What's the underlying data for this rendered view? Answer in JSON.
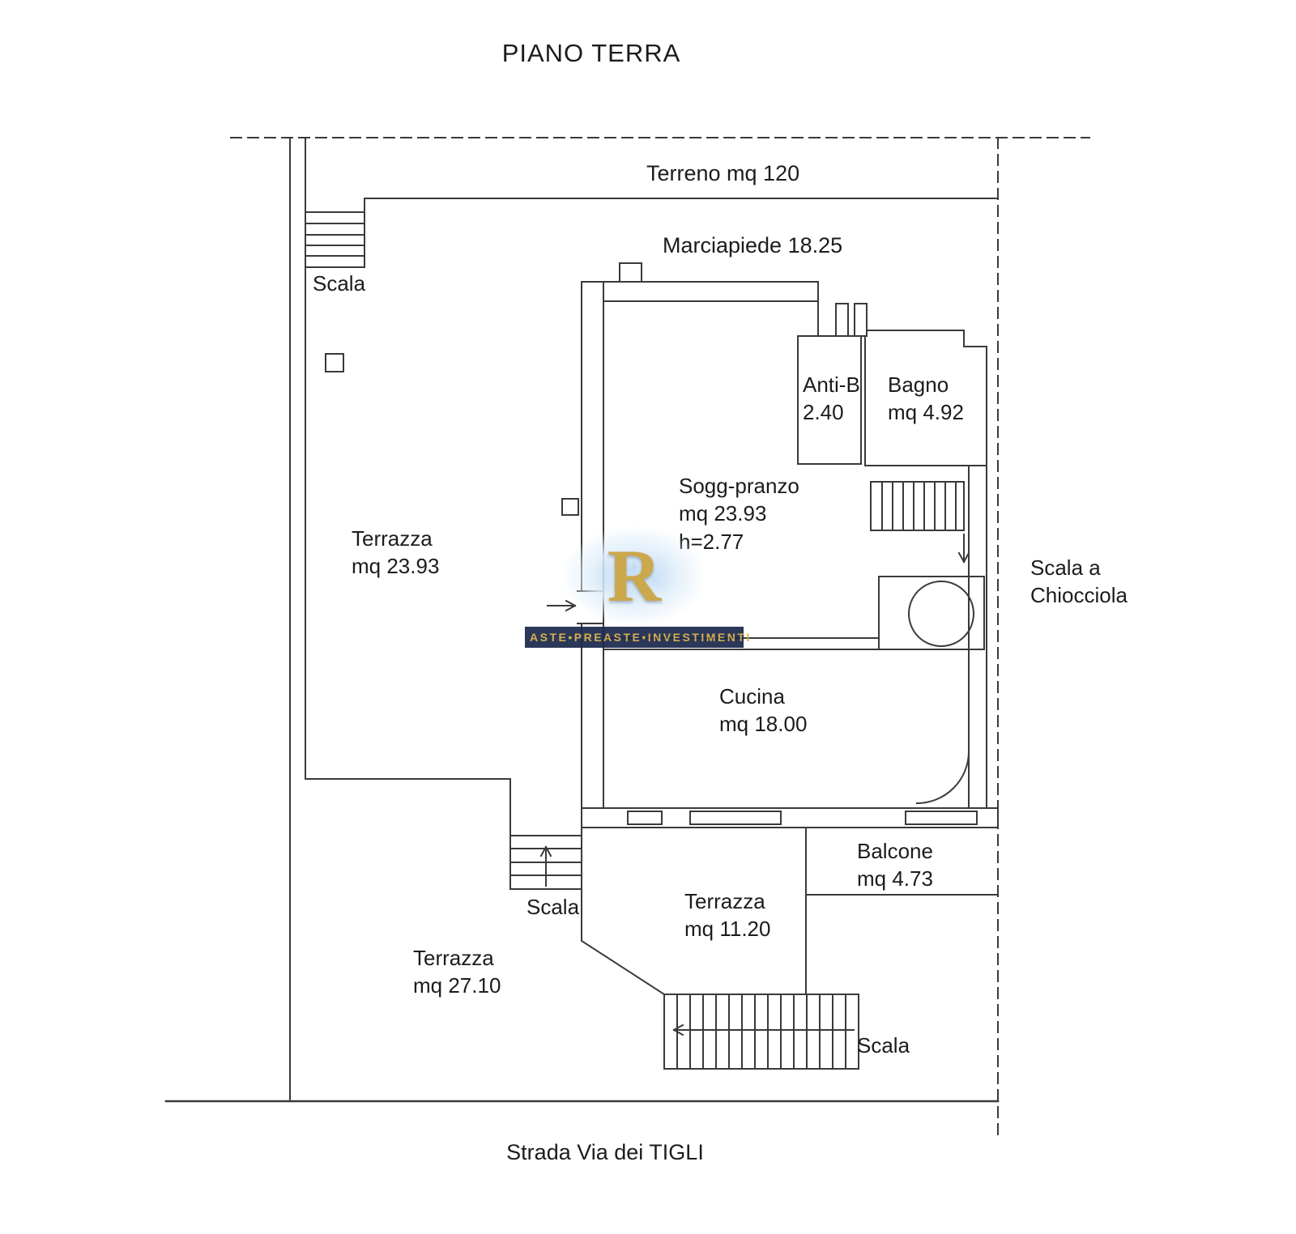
{
  "title": "PIANO TERRA",
  "site": {
    "terreno": "Terreno mq 120",
    "marciapiede": "Marciapiede 18.25",
    "strada": "Strada Via dei TIGLI"
  },
  "rooms": {
    "terrazza_left": {
      "lines": [
        "Terrazza",
        "mq 23.93"
      ]
    },
    "anti_b": {
      "lines": [
        "Anti-B",
        "2.40"
      ]
    },
    "bagno": {
      "lines": [
        "Bagno",
        "mq 4.92"
      ]
    },
    "sogg_pranzo": {
      "lines": [
        "Sogg-pranzo",
        "mq 23.93",
        "h=2.77"
      ]
    },
    "cucina": {
      "lines": [
        "Cucina",
        "mq 18.00"
      ]
    },
    "balcone": {
      "lines": [
        "Balcone",
        "mq 4.73"
      ]
    },
    "terrazza_mid": {
      "lines": [
        "Terrazza",
        "mq 11.20"
      ]
    },
    "terrazza_bottom": {
      "lines": [
        "Terrazza",
        "mq 27.10"
      ]
    }
  },
  "stairs": {
    "top_label": "Scala",
    "mid_label": "Scala",
    "bottom_label": "Scala",
    "spiral": {
      "lines": [
        "Scala a",
        "Chiocciola"
      ]
    }
  },
  "watermark": {
    "monogram": "R",
    "band_text": "ASTE•PREASTE•INVESTIMENTI"
  },
  "colors": {
    "line": "#3a3a3a",
    "text": "#1c1c1c",
    "watermark_band_bg": "#1c2a4d",
    "watermark_gold": "#c9a23f"
  }
}
